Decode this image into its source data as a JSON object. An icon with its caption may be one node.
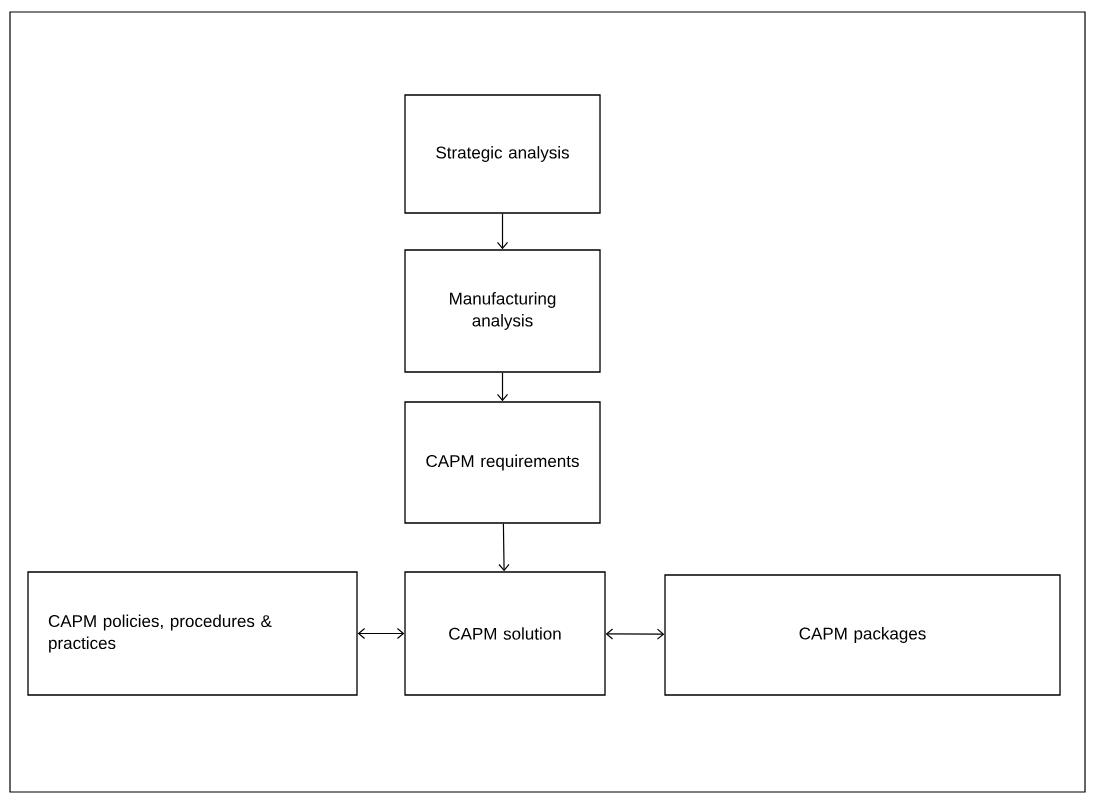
{
  "diagram": {
    "nodes": [
      {
        "text": [
          "Strategic analysis"
        ]
      },
      {
        "text": [
          "Manufacturing analysis"
        ]
      },
      {
        "text": [
          "CAPM requirements"
        ]
      },
      {
        "text": [
          "CAPM policies, procedures & practices"
        ]
      },
      {
        "text": [
          "CAPM solution"
        ]
      },
      {
        "text": [
          "CAPM packages"
        ]
      }
    ],
    "edges": [
      {
        "from": 0,
        "to": 1,
        "arrow": "to"
      },
      {
        "from": 1,
        "to": 2,
        "arrow": "to"
      },
      {
        "from": 2,
        "to": 4,
        "arrow": "to"
      },
      {
        "from": 3,
        "to": 4,
        "arrow": "both"
      },
      {
        "from": 4,
        "to": 5,
        "arrow": "both"
      }
    ]
  }
}
